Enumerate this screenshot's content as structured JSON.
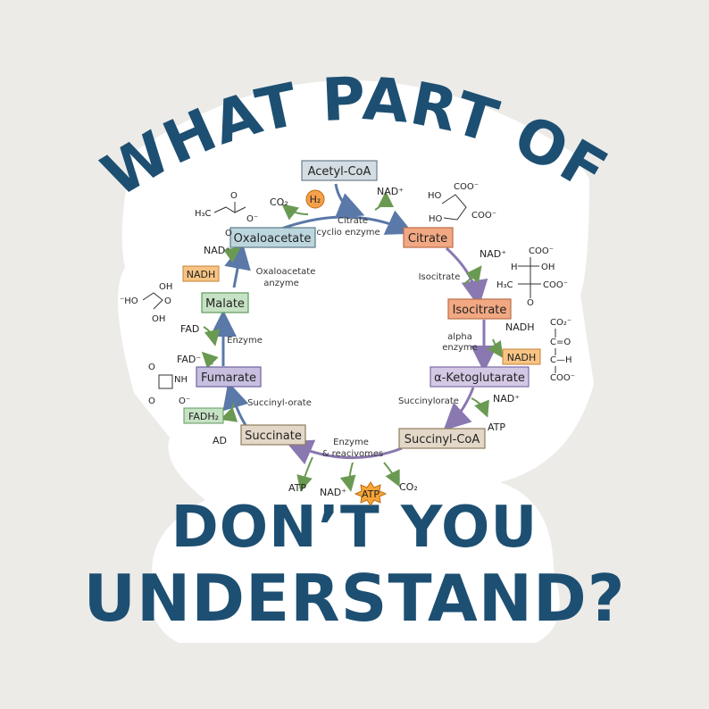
{
  "title_top": "WHAT PART OF",
  "title_bottom_1": "DON’T YOU",
  "title_bottom_2": "UNDERSTAND?",
  "colors": {
    "title": "#1d4f72",
    "cycle_arrow": "#5a78a8",
    "side_arrow": "#6a9a52"
  },
  "nodes": {
    "acetyl_coa": "Acetyl-CoA",
    "oxaloacetate": "Oxaloacetate",
    "citrate": "Citrate",
    "isocitrate": "Isocitrate",
    "ketoglutarate": "α-Ketoglutarate",
    "succinyl_coa": "Succinyl-CoA",
    "succinate": "Succinate",
    "fumarate": "Fumarate",
    "malate": "Malate"
  },
  "enzymes": {
    "citrate_1": "Citrate",
    "citrate_2": "cyclio enzyme",
    "oxaloacetate_1": "Oxaloacetate",
    "oxaloacetate_2": "anzyme",
    "isocitrate": "Isocitrate",
    "alpha_1": "alpha",
    "alpha_2": "enzyme",
    "succinylorate": "Succinylorate",
    "enzyme_1": "Enzyme",
    "enzyme_2": "& reacivomes",
    "succinyl_orate": "Succinyl-orate",
    "fumarate_enzyme": "Enzyme"
  },
  "cofactors": {
    "co2_top": "CO₂",
    "h2": "H₂",
    "nad_top": "NAD⁺",
    "nad_left": "NAD⁺",
    "nadh_left": "NADH",
    "fad": "FAD",
    "fad_minus": "FAD⁻",
    "fadh2": "FADH₂",
    "ad": "AD",
    "nad_right": "NAD⁺",
    "nadh_right": "NADH",
    "nadh_right_box": "NADH",
    "nad_right_low": "NAD⁺",
    "atp_right": "ATP",
    "atp_bottom_left": "ATP",
    "nad_bottom": "NAD⁺",
    "atp_star": "ATP",
    "co2_bottom": "CO₂"
  },
  "molecules": {
    "top_left": [
      "O",
      "H₃C",
      "O⁻",
      "O"
    ],
    "top_right": [
      "HO",
      "COO⁻",
      "HO",
      "COO⁻"
    ],
    "right_1": [
      "COO⁻",
      "H",
      "OH",
      "H₃C",
      "COO⁻",
      "O"
    ],
    "right_2": [
      "CO₂⁻",
      "C=O",
      "C—H",
      "COO⁻"
    ],
    "left_1": [
      "OH",
      "⁻HO",
      "O",
      "OH"
    ],
    "left_2": [
      "O",
      "NH",
      "O⁻",
      "O"
    ]
  }
}
